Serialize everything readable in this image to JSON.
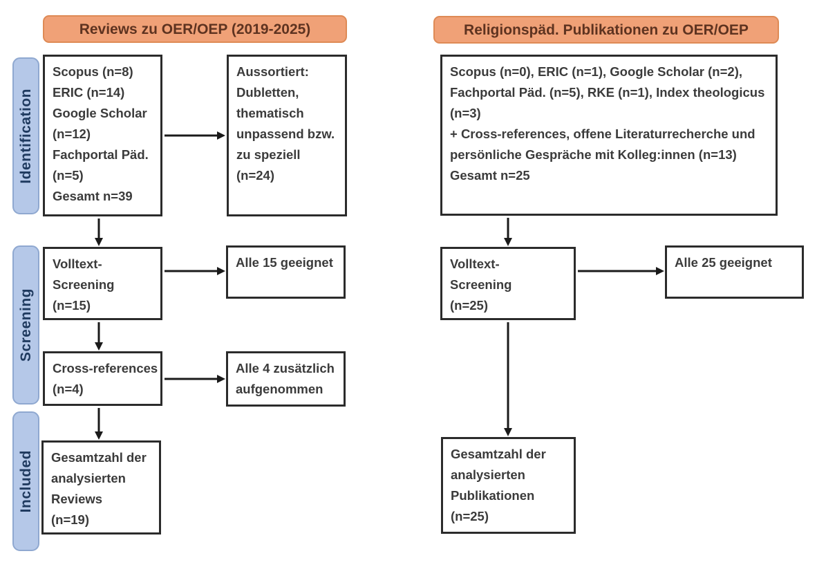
{
  "headers": {
    "left": "Reviews zu OER/OEP (2019-2025)",
    "right": "Religionspäd. Publikationen zu OER/OEP"
  },
  "stages": {
    "identification": "Identification",
    "screening": "Screening",
    "included": "Included"
  },
  "boxes": {
    "reviews_sources": "Scopus (n=8)\nERIC (n=14)\nGoogle Scholar\n(n=12)\nFachportal Päd.\n(n=5)\nGesamt n=39",
    "reviews_excluded": "Aussortiert:\nDubletten,\nthematisch\nunpassend bzw.\nzu speziell\n(n=24)",
    "relpaed_sources": "Scopus (n=0), ERIC (n=1), Google Scholar (n=2), Fachportal Päd. (n=5), RKE (n=1), Index theologicus (n=3)\n+ Cross-references, offene Literaturrecherche und persönliche Gespräche mit Kolleg:innen (n=13)\nGesamt n=25",
    "reviews_fulltext": "Volltext-\nScreening\n(n=15)",
    "reviews_fulltext_result": "Alle 15 geeignet",
    "reviews_crossref": "Cross-references\n(n=4)",
    "reviews_crossref_result": "Alle 4 zusätzlich\naufgenommen",
    "relpaed_fulltext": "Volltext-\nScreening\n(n=25)",
    "relpaed_fulltext_result": "Alle 25 geeignet",
    "reviews_total": "Gesamtzahl der\nanalysierten\nReviews\n(n=19)",
    "relpaed_total": "Gesamtzahl der\nanalysierten\nPublikationen\n(n=25)"
  },
  "colors": {
    "header_fill": "#F0A177",
    "header_border": "#DE8A55",
    "header_text": "#5E3320",
    "stage_fill": "#B5C8E8",
    "stage_border": "#8FA8D0",
    "stage_text": "#1F3A5F",
    "box_border": "#2B2B2B",
    "box_text": "#3B3B3B",
    "arrow": "#1A1A1A"
  }
}
